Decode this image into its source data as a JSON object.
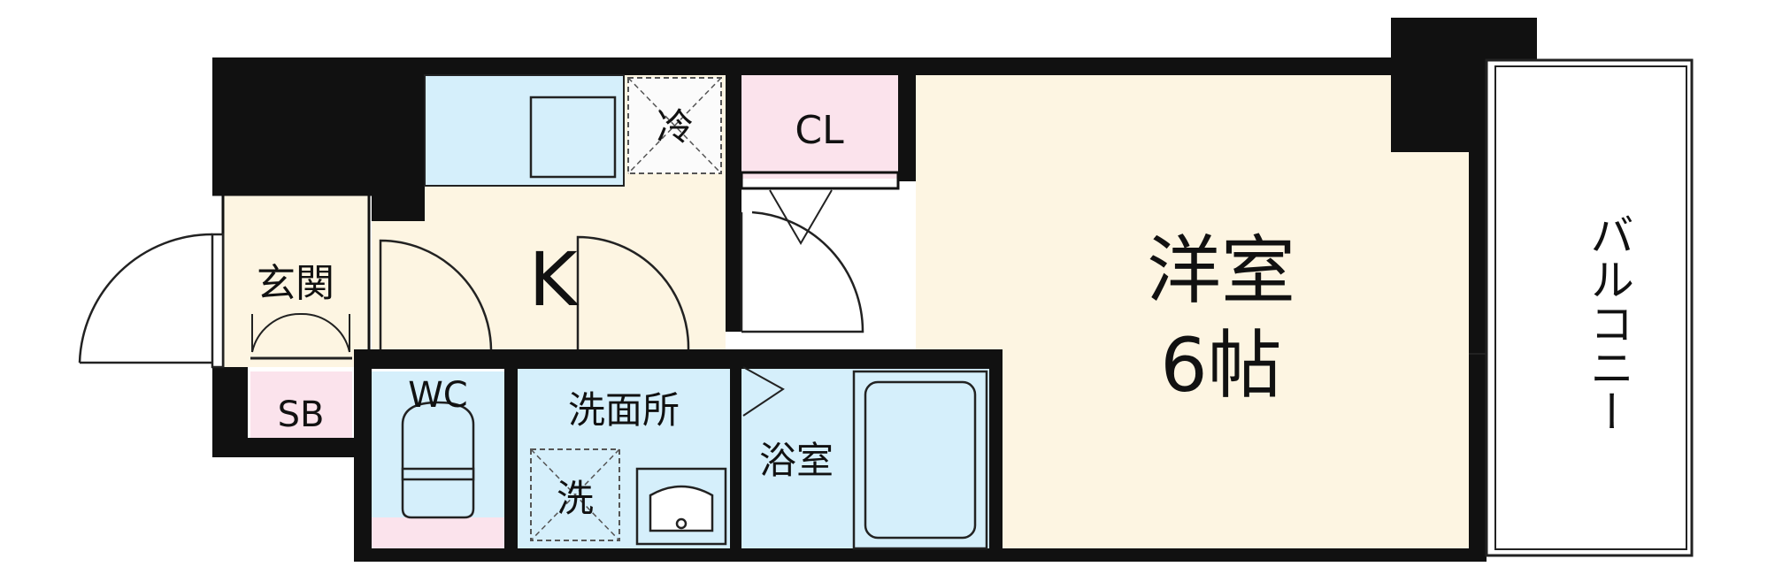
{
  "rooms": {
    "western_room": {
      "label": "洋室",
      "size": "6帖"
    },
    "kitchen": {
      "label": "K"
    },
    "entrance": {
      "label": "玄関"
    },
    "closet": {
      "label": "CL"
    },
    "shoe_box": {
      "label": "SB"
    },
    "toilet": {
      "label": "WC"
    },
    "washroom": {
      "label": "洗面所"
    },
    "bathroom": {
      "label": "浴室"
    },
    "balcony": {
      "label": "バルコニー"
    }
  },
  "appliances": {
    "fridge": {
      "label": "冷"
    },
    "washer": {
      "label": "洗"
    }
  },
  "colors": {
    "wall": "#111111",
    "floor": "#fdf5e2",
    "water": "#d5effb",
    "storage": "#fbe3ec",
    "balcony": "#ffffff"
  }
}
